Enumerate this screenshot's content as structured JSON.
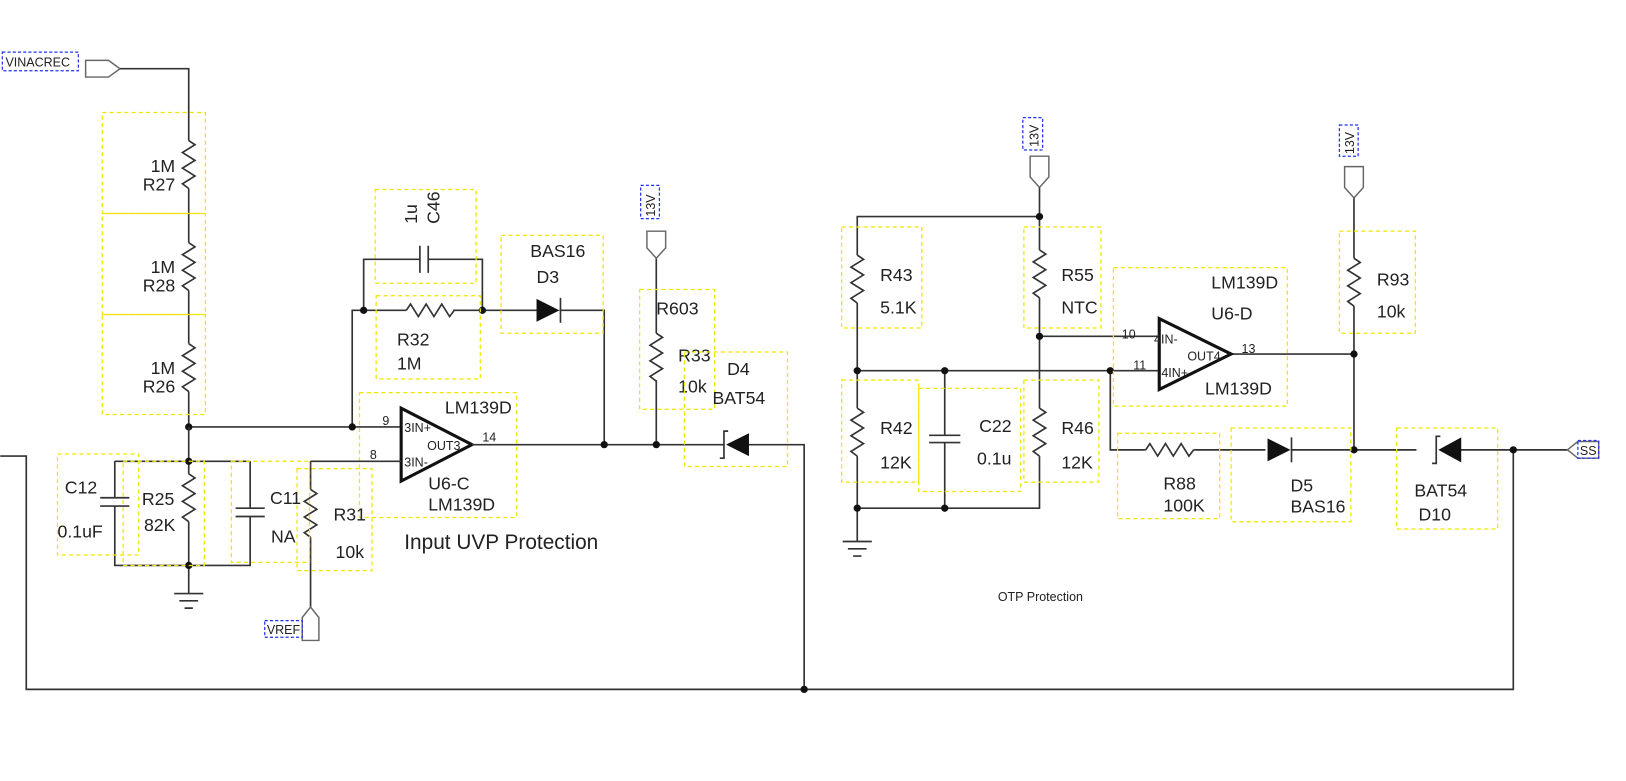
{
  "net_labels": {
    "vinacrec": "VINACREC",
    "vref": "VREF",
    "v13_uvp": "13V",
    "v13_ntc": "13V",
    "v13_out": "13V",
    "ss": "SS"
  },
  "sections": {
    "uvp": "Input UVP Protection",
    "otp": "OTP Protection"
  },
  "components": {
    "R27": {
      "ref": "R27",
      "value": "1M"
    },
    "R28": {
      "ref": "R28",
      "value": "1M"
    },
    "R26": {
      "ref": "R26",
      "value": "1M"
    },
    "R25": {
      "ref": "R25",
      "value": "82K"
    },
    "C12": {
      "ref": "C12",
      "value": "0.1uF"
    },
    "C11": {
      "ref": "C11",
      "value": "NA"
    },
    "R31": {
      "ref": "R31",
      "value": "10k"
    },
    "C46": {
      "ref": "C46",
      "value": "1u"
    },
    "R32": {
      "ref": "R32",
      "value": "1M"
    },
    "D3": {
      "ref": "D3",
      "value": "BAS16"
    },
    "R33": {
      "ref": "R33",
      "value": "10k",
      "alt_ref": "R603"
    },
    "D4": {
      "ref": "D4",
      "value": "BAT54"
    },
    "R43": {
      "ref": "R43",
      "value": "5.1K"
    },
    "R42": {
      "ref": "R42",
      "value": "12K"
    },
    "C22": {
      "ref": "C22",
      "value": "0.1u"
    },
    "R55": {
      "ref": "R55",
      "value": "NTC"
    },
    "R46": {
      "ref": "R46",
      "value": "12K"
    },
    "R93": {
      "ref": "R93",
      "value": "10k"
    },
    "R88": {
      "ref": "R88",
      "value": "100K"
    },
    "D5": {
      "ref": "D5",
      "value": "BAS16"
    },
    "D10": {
      "ref": "D10",
      "value": "BAT54"
    }
  },
  "opamps": {
    "U6C": {
      "ref": "U6-C",
      "part_top": "LM139D",
      "part_bottom": "LM139D",
      "pins": {
        "in_plus": "9",
        "in_plus_name": "3IN+",
        "in_minus": "8",
        "in_minus_name": "3IN-",
        "out": "14",
        "out_name": "OUT3"
      }
    },
    "U6D": {
      "ref": "U6-D",
      "part_top": "LM139D",
      "part_bottom": "LM139D",
      "pins": {
        "in_minus": "10",
        "in_minus_name": "4IN-",
        "in_plus": "11",
        "in_plus_name": "4IN+",
        "out": "13",
        "out_name": "OUT4"
      }
    }
  },
  "colors": {
    "wire": "#333333",
    "ref_box": "#f2e600",
    "net_box": "#2233ee"
  }
}
